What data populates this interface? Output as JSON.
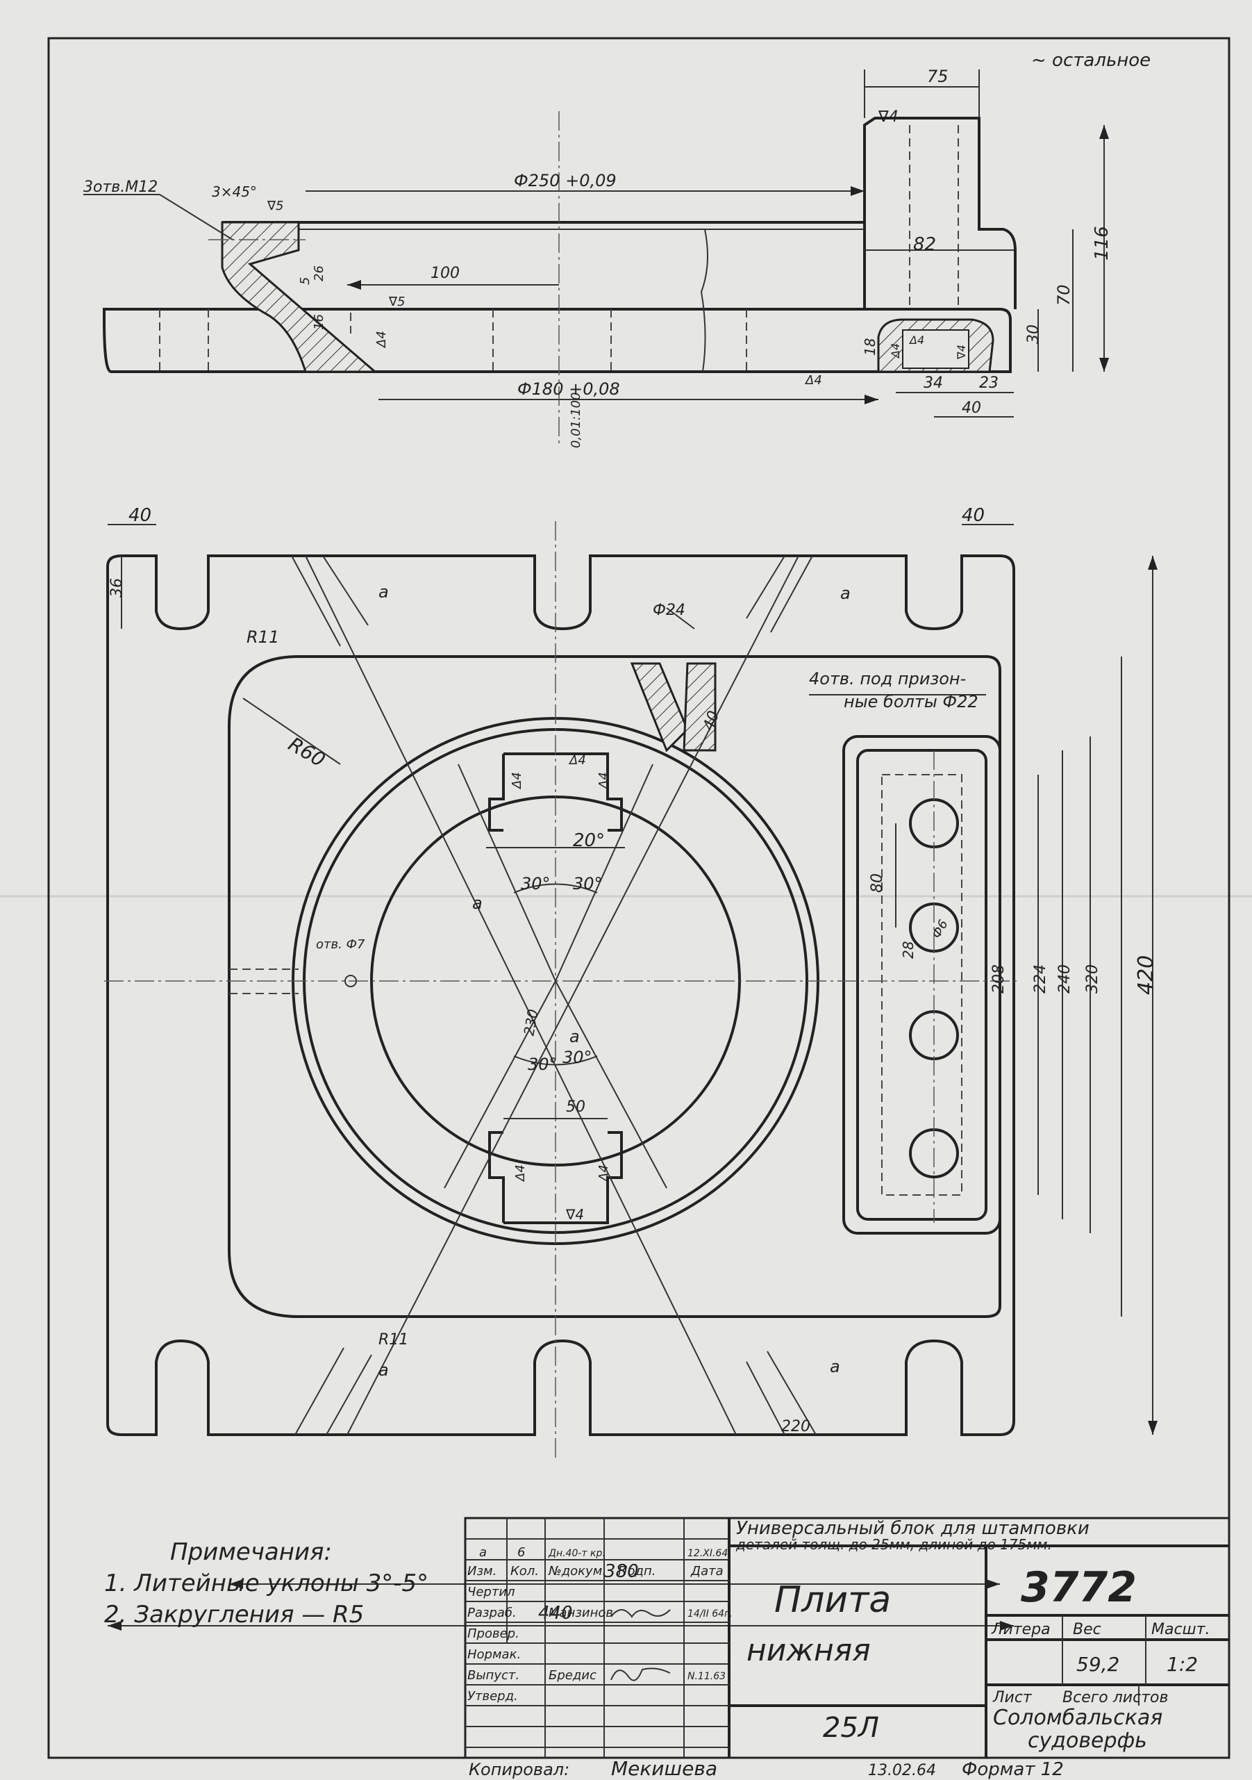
{
  "corner_mark": "~ остальное",
  "top_view": {
    "dim_75": "75",
    "dim_82": "82",
    "dim_116": "116",
    "dim_70": "70",
    "dim_30": "30",
    "dim_18": "18",
    "dim_34": "34",
    "dim_23": "23",
    "dim_40": "40",
    "dim_100": "100",
    "dim_16": "16",
    "dim_5": "5",
    "dim_26": "26",
    "phi250": "Ф250 +0,09",
    "phi180": "Ф180 +0,08",
    "holes_m12": "3отв.М12",
    "chamfer": "3×45°",
    "rough_5a": "∇5",
    "rough_5b": "∇5",
    "rough_4a": "∇4",
    "delta4a": "Δ4",
    "delta4b": "Δ4",
    "delta4c": "Δ4",
    "delta4d": "Δ4",
    "delta4e": "∇4",
    "tolerance": "0,01:100"
  },
  "plan_view": {
    "dim_40_left": "40",
    "dim_40_right": "40",
    "dim_36": "36",
    "r11_top": "R11",
    "r11_bottom": "R11",
    "r60": "R60",
    "phi24": "Ф24",
    "dim_40_bolt": "40",
    "bolt_holes": "4отв. под призон-",
    "bolt_holes2": "ные болты Ф22",
    "angle_20": "20°",
    "angle_30a": "30°",
    "angle_30b": "30°",
    "angle_30c": "30°",
    "angle_30d": "30°",
    "dim_230": "230",
    "dim_50": "50",
    "hole_phi7": "отв. Ф7",
    "dim_80": "80",
    "dim_28": "28",
    "dim_phi6": "Ф6",
    "dim_208": "208",
    "dim_224": "224",
    "dim_240": "240",
    "dim_320": "320",
    "dim_420": "420",
    "dim_220": "220",
    "dim_380": "380",
    "dim_440": "440",
    "mark_a": "а",
    "d4_1": "Δ4",
    "d4_2": "Δ4",
    "d4_3": "Δ4",
    "d4_4": "Δ4",
    "d4_5": "∇4",
    "d4_6": "Δ4"
  },
  "notes": {
    "title": "Примечания:",
    "items": [
      "1. Литейные уклоны 3°-5°",
      "2. Закругления — R5"
    ]
  },
  "title_block": {
    "description_1": "Универсальный блок для штамповки",
    "description_2": "деталей толщ. до 25мм, длиной до 175мм.",
    "drawing_number": "3772",
    "part_name_1": "Плита",
    "part_name_2": "нижняя",
    "material": "25Л",
    "headers": {
      "litera": "Литера",
      "weight": "Вес",
      "scale": "Масшт."
    },
    "weight": "59,2",
    "scale": "1:2",
    "sheet": "Лист",
    "sheets_total": "Всего листов",
    "org_1": "Соломбальская",
    "org_2": "судоверфь",
    "revision_row": [
      "а",
      "6",
      "Дн.40-т кр.",
      "",
      "12.XI.64"
    ],
    "column_heads": [
      "Изм.",
      "Кол.",
      "№докум.",
      "Подп.",
      "Дата"
    ],
    "roles": [
      "Чертил",
      "Разраб.",
      "Провер.",
      "Нормак.",
      "Выпуст.",
      "Утверд."
    ],
    "names": {
      "razrab": "Манзинов",
      "vypust": "Бредис"
    },
    "dates": {
      "razrab": "14/II 64г.",
      "vypust": "N.11.63"
    },
    "copied_label": "Копировал:",
    "copied_name": "Мекишева",
    "copied_date": "13.02.64",
    "format": "Формат 12"
  }
}
